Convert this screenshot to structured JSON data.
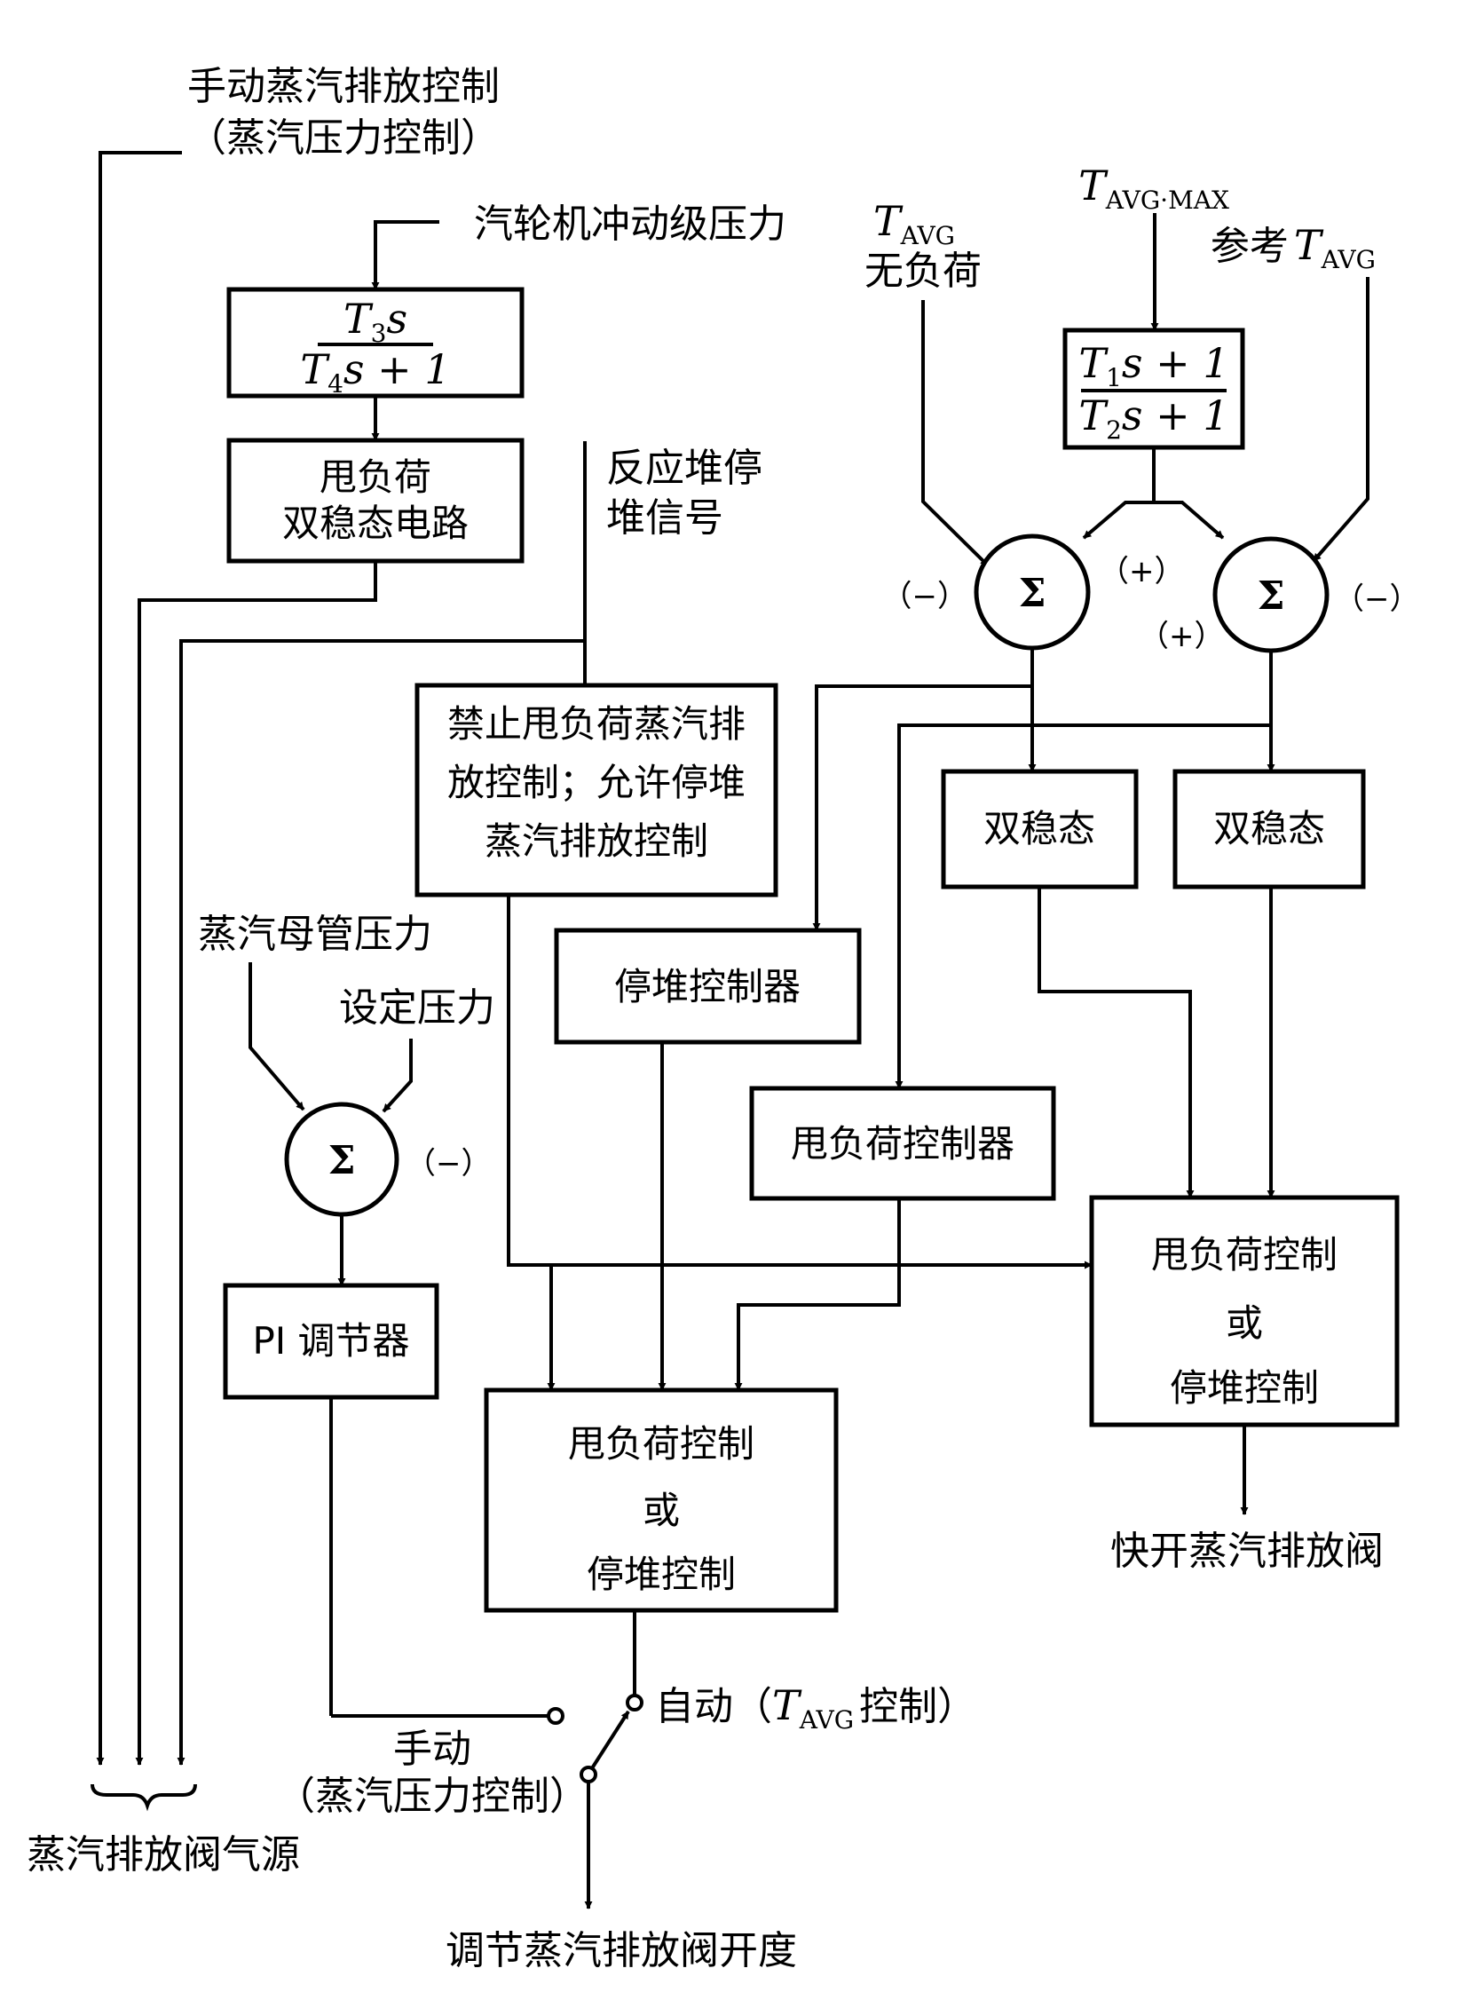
{
  "labels": {
    "manual_vent": "手动蒸汽排放控制",
    "manual_vent_sub": "（蒸汽压力控制）",
    "turbine_pressure": "汽轮机冲动级压力",
    "reactor_trip_1": "反应堆停",
    "reactor_trip_2": "堆信号",
    "tavg_noload_T": "T",
    "tavg_noload_sub": "AVG",
    "tavg_noload_text": "无负荷",
    "tavg_max_T": "T",
    "tavg_max_sub": "AVG·MAX",
    "ref_tavg_text": "参考",
    "ref_tavg_T": "T",
    "ref_tavg_sub": "AVG",
    "header_pressure": "蒸汽母管压力",
    "set_pressure": "设定压力",
    "fast_open": "快开蒸汽排放阀",
    "auto_label": "自动（",
    "auto_T": "T",
    "auto_sub": "AVG",
    "auto_tail": "控制）",
    "manual_label": "手动",
    "manual_sub": "（蒸汽压力控制）",
    "air_source": "蒸汽排放阀气源",
    "regulate_opening": "调节蒸汽排放阀开度"
  },
  "blocks": {
    "lead_num_T": "T",
    "lead_num_sub": "3",
    "lead_num_s": "s",
    "lead_den_T": "T",
    "lead_den_sub": "4",
    "lead_den_rest": "s + 1",
    "lag_num_T": "T",
    "lag_num_sub": "1",
    "lag_num_rest": "s + 1",
    "lag_den_T": "T",
    "lag_den_sub": "2",
    "lag_den_rest": "s + 1",
    "bistable_load_1": "甩负荷",
    "bistable_load_2": "双稳态电路",
    "inhibit_1": "禁止甩负荷蒸汽排",
    "inhibit_2": "放控制；允许停堆",
    "inhibit_3": "蒸汽排放控制",
    "bistable_a": "双稳态",
    "bistable_b": "双稳态",
    "trip_controller": "停堆控制器",
    "loadreject_controller": "甩负荷控制器",
    "pi": "PI 调节器",
    "select_center_1": "甩负荷控制",
    "select_center_2": "或",
    "select_center_3": "停堆控制",
    "select_right_1": "甩负荷控制",
    "select_right_2": "或",
    "select_right_3": "停堆控制"
  },
  "sums": {
    "symbol": "Σ",
    "s1_minus": "（−）",
    "s1_plus": "（+）",
    "s2_plus": "（+）",
    "s2_minus": "（−）",
    "s3_minus": "（−）"
  }
}
